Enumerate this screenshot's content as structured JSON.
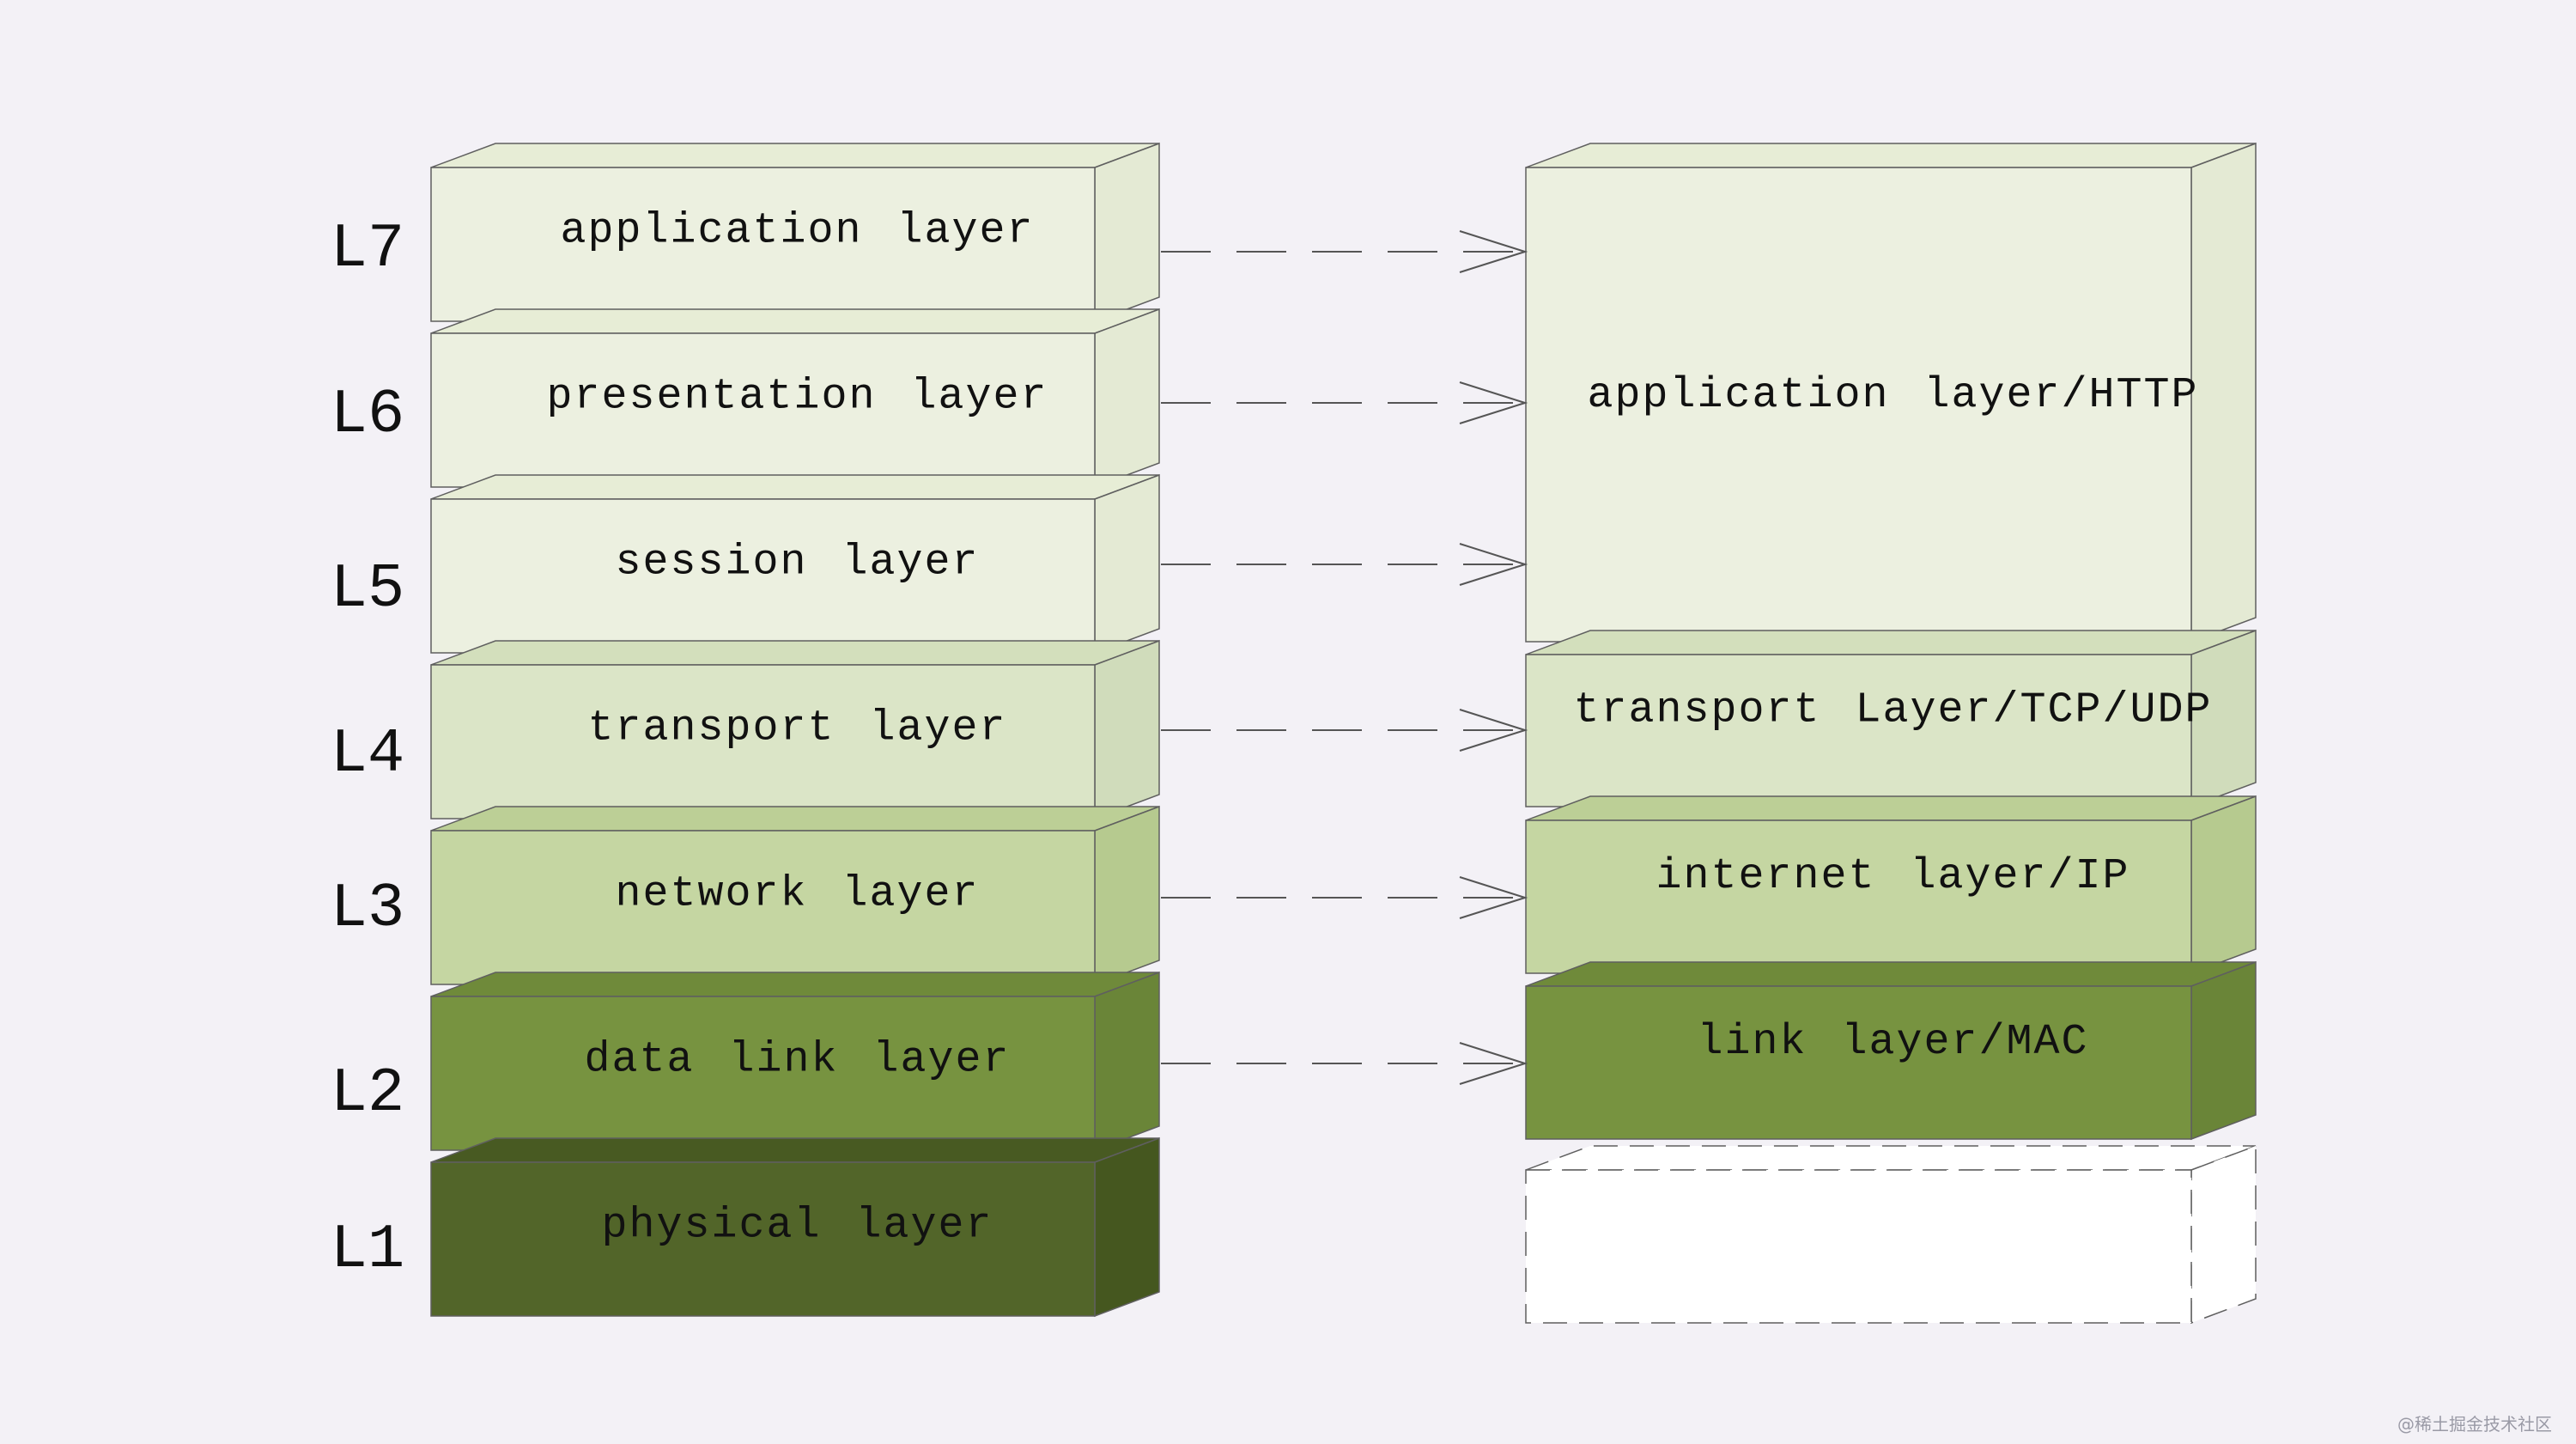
{
  "colors": {
    "background": "#f3f1f6",
    "level_light": "#ecf0e0",
    "level_light_top": "#e7edd6",
    "level_light_side": "#e4ead4",
    "level_mid": "#dbe5c7",
    "level_mid_top": "#d3dfbc",
    "level_mid_side": "#d0dcbb",
    "level_green": "#c5d6a2",
    "level_green_top": "#bccf96",
    "level_green_side": "#b6ca8f",
    "level_dark": "#779340",
    "level_dark_top": "#6f8a3a",
    "level_dark_side": "#6a8538",
    "level_darkest": "#526529",
    "level_darkest_top": "#485a22",
    "level_darkest_side": "#45571f",
    "edge": "#5f5f5f",
    "text": "#111111",
    "arrow": "#555555"
  },
  "osi": [
    {
      "level": "L7",
      "name": "application layer",
      "tone": "light"
    },
    {
      "level": "L6",
      "name": "presentation layer",
      "tone": "light"
    },
    {
      "level": "L5",
      "name": "session layer",
      "tone": "light"
    },
    {
      "level": "L4",
      "name": "transport layer",
      "tone": "mid"
    },
    {
      "level": "L3",
      "name": "network layer",
      "tone": "green"
    },
    {
      "level": "L2",
      "name": "data link layer",
      "tone": "dark"
    },
    {
      "level": "L1",
      "name": "physical layer",
      "tone": "darkest"
    }
  ],
  "tcpip": [
    {
      "name": "application layer/HTTP",
      "tone": "light"
    },
    {
      "name": "transport Layer/TCP/UDP",
      "tone": "mid"
    },
    {
      "name": "internet layer/IP",
      "tone": "green"
    },
    {
      "name": "link layer/MAC",
      "tone": "dark"
    },
    {
      "name": "",
      "tone": "empty"
    }
  ],
  "watermark": "@稀土掘金技术社区"
}
